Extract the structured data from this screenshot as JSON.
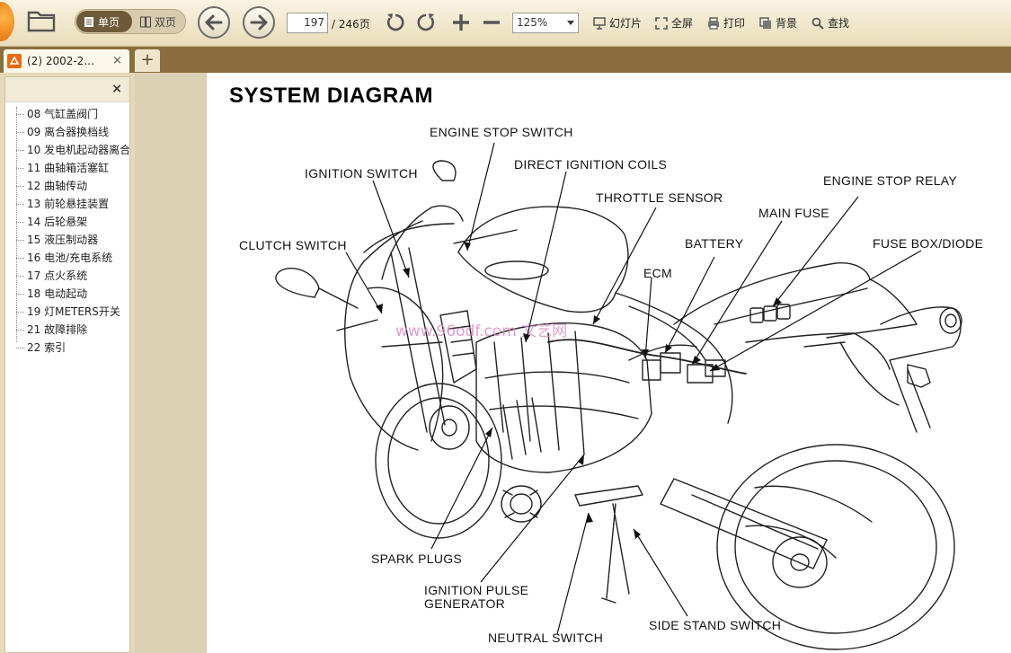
{
  "toolbar": {
    "view_single": "单页",
    "view_double": "双页",
    "current_page": "197",
    "total_pages": "/ 246页",
    "zoom": "125%",
    "slideshow": "幻灯片",
    "fullscreen": "全屏",
    "print": "打印",
    "background": "背景",
    "find": "查找"
  },
  "tab": {
    "title": "(2) 2002-2...",
    "close": "×",
    "new_tab": "+"
  },
  "sidebar": {
    "close": "×",
    "items": [
      "08 气缸盖阀门",
      "09 离合器换档线",
      "10 发电机起动器离合",
      "11 曲轴箱活塞缸",
      "12 曲轴传动",
      "13 前轮悬挂装置",
      "14 后轮悬架",
      "15 液压制动器",
      "16 电池/充电系统",
      "17 点火系统",
      "18 电动起动",
      "19 灯METERS开关",
      "21 故障排除",
      "22 索引"
    ]
  },
  "page": {
    "title": "SYSTEM DIAGRAM",
    "watermark": "www.96odf.com 文艺网",
    "labels": {
      "engine_stop_switch": "ENGINE STOP SWITCH",
      "direct_ignition_coils": "DIRECT IGNITION COILS",
      "ignition_switch": "IGNITION SWITCH",
      "throttle_sensor": "THROTTLE SENSOR",
      "engine_stop_relay": "ENGINE STOP RELAY",
      "main_fuse": "MAIN FUSE",
      "clutch_switch": "CLUTCH SWITCH",
      "battery": "BATTERY",
      "fuse_box_diode": "FUSE BOX/DIODE",
      "ecm": "ECM",
      "spark_plugs": "SPARK PLUGS",
      "ignition_pulse_generator_1": "IGNITION PULSE",
      "ignition_pulse_generator_2": "GENERATOR",
      "side_stand_switch": "SIDE STAND SWITCH",
      "neutral_switch": "NEUTRAL SWITCH"
    }
  }
}
